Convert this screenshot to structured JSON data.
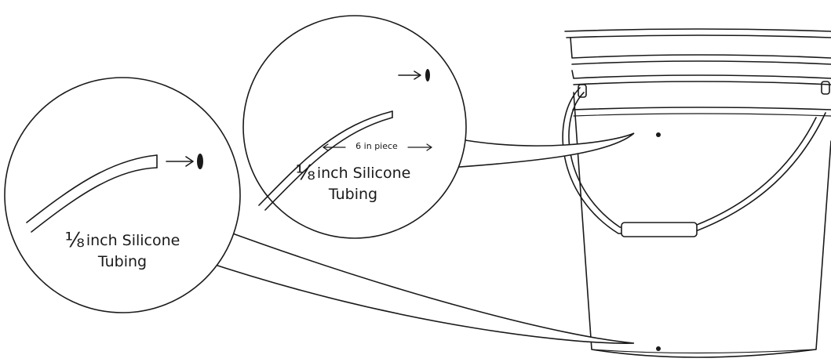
{
  "callout_large": {
    "fraction": "⅛",
    "line1_rest": "inch Silicone",
    "line2": "Tubing"
  },
  "callout_small": {
    "dimension_label": "6 in piece",
    "fraction": "⅛",
    "line1_rest": "inch Silicone",
    "line2": "Tubing"
  },
  "colors": {
    "line": "#1a1a1a",
    "background": "#ffffff"
  }
}
